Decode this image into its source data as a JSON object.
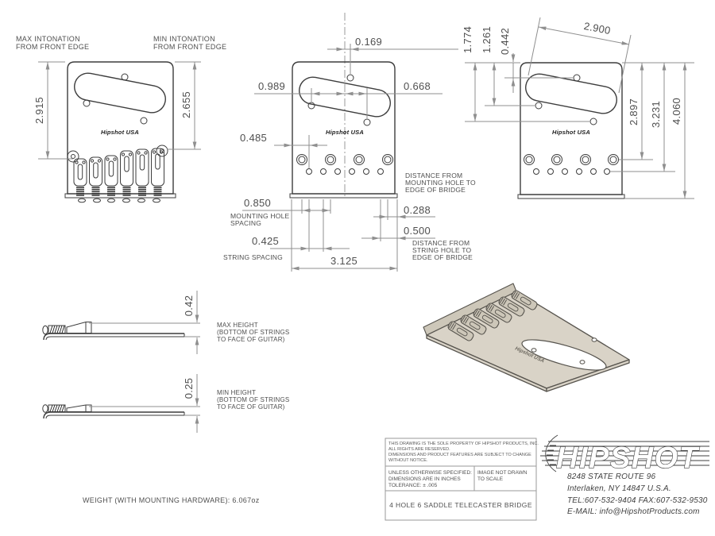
{
  "colors": {
    "outline": "#3d3d3d",
    "dim_line": "#8f8f8f",
    "text": "#4f4f4f",
    "iso_body": "#d9d3c7",
    "iso_shade": "#cdc7b9",
    "iso_stroke": "#57544e"
  },
  "plate_logo": "Hipshot USA",
  "view_a": {
    "label_max_1": "MAX INTONATION",
    "label_max_2": "FROM FRONT EDGE",
    "label_min_1": "MIN INTONATION",
    "label_min_2": "FROM FRONT EDGE",
    "dim_max_intonation": "2.915",
    "dim_min_intonation": "2.655"
  },
  "view_b": {
    "dim_pickup_offset": "0.169",
    "dim_pickup_left": "0.989",
    "dim_pickup_right": "0.668",
    "dim_edge_to_string_hole": "0.485",
    "dim_mounting_spacing": "0.850",
    "label_mounting_1": "MOUNTING HOLE",
    "label_mounting_2": "SPACING",
    "dim_string_spacing": "0.425",
    "label_string_spacing": "STRING SPACING",
    "dim_width": "3.125",
    "dim_mounting_edge": "0.288",
    "label_mounting_edge_1": "DISTANCE FROM",
    "label_mounting_edge_2": "MOUNTING HOLE TO",
    "label_mounting_edge_3": "EDGE OF BRIDGE",
    "dim_string_edge": "0.500",
    "label_string_edge_1": "DISTANCE FROM",
    "label_string_edge_2": "STRING HOLE TO",
    "label_string_edge_3": "EDGE OF BRIDGE"
  },
  "view_c": {
    "dim_hole3": "1.774",
    "dim_hole2": "1.261",
    "dim_hole1": "0.442",
    "dim_pickup_length": "2.900",
    "dim_mount_hole_v": "2.897",
    "dim_string_hole_v": "3.231",
    "dim_total_height": "4.060"
  },
  "side_max": {
    "dim": "0.42",
    "label_1": "MAX HEIGHT",
    "label_2": "(BOTTOM OF STRINGS",
    "label_3": "TO FACE OF GUITAR)"
  },
  "side_min": {
    "dim": "0.25",
    "label_1": "MIN HEIGHT",
    "label_2": "(BOTTOM OF STRINGS",
    "label_3": "TO FACE OF GUITAR)"
  },
  "weight_note": "WEIGHT (WITH MOUNTING HARDWARE): 6.067oz",
  "title_block": {
    "notice_1": "THIS DRAWING IS THE SOLE PROPERTY OF HIPSHOT PRODUCTS, INC.",
    "notice_2": "ALL RIGHTS ARE RESERVED.",
    "notice_3": "DIMENSIONS AND PRODUCT FEATURES ARE SUBJECT TO CHANGE",
    "notice_4": "WITHOUT NOTICE.",
    "spec_1": "UNLESS OTHERWISE SPECIFIED:",
    "spec_2": "DIMENSIONS ARE IN INCHES",
    "spec_3": "TOLERANCE: ± .005",
    "scale_1": "IMAGE NOT DRAWN",
    "scale_2": "TO SCALE",
    "part_title": "4 HOLE 6 SADDLE TELECASTER BRIDGE",
    "brand": "HIPSHOT",
    "address_1": "8248 STATE ROUTE 96",
    "address_2": "Interlaken, NY 14847 U.S.A.",
    "address_3": "TEL:607-532-9404 FAX:607-532-9530",
    "address_4": "E-MAIL: info@HipshotProducts.com"
  }
}
